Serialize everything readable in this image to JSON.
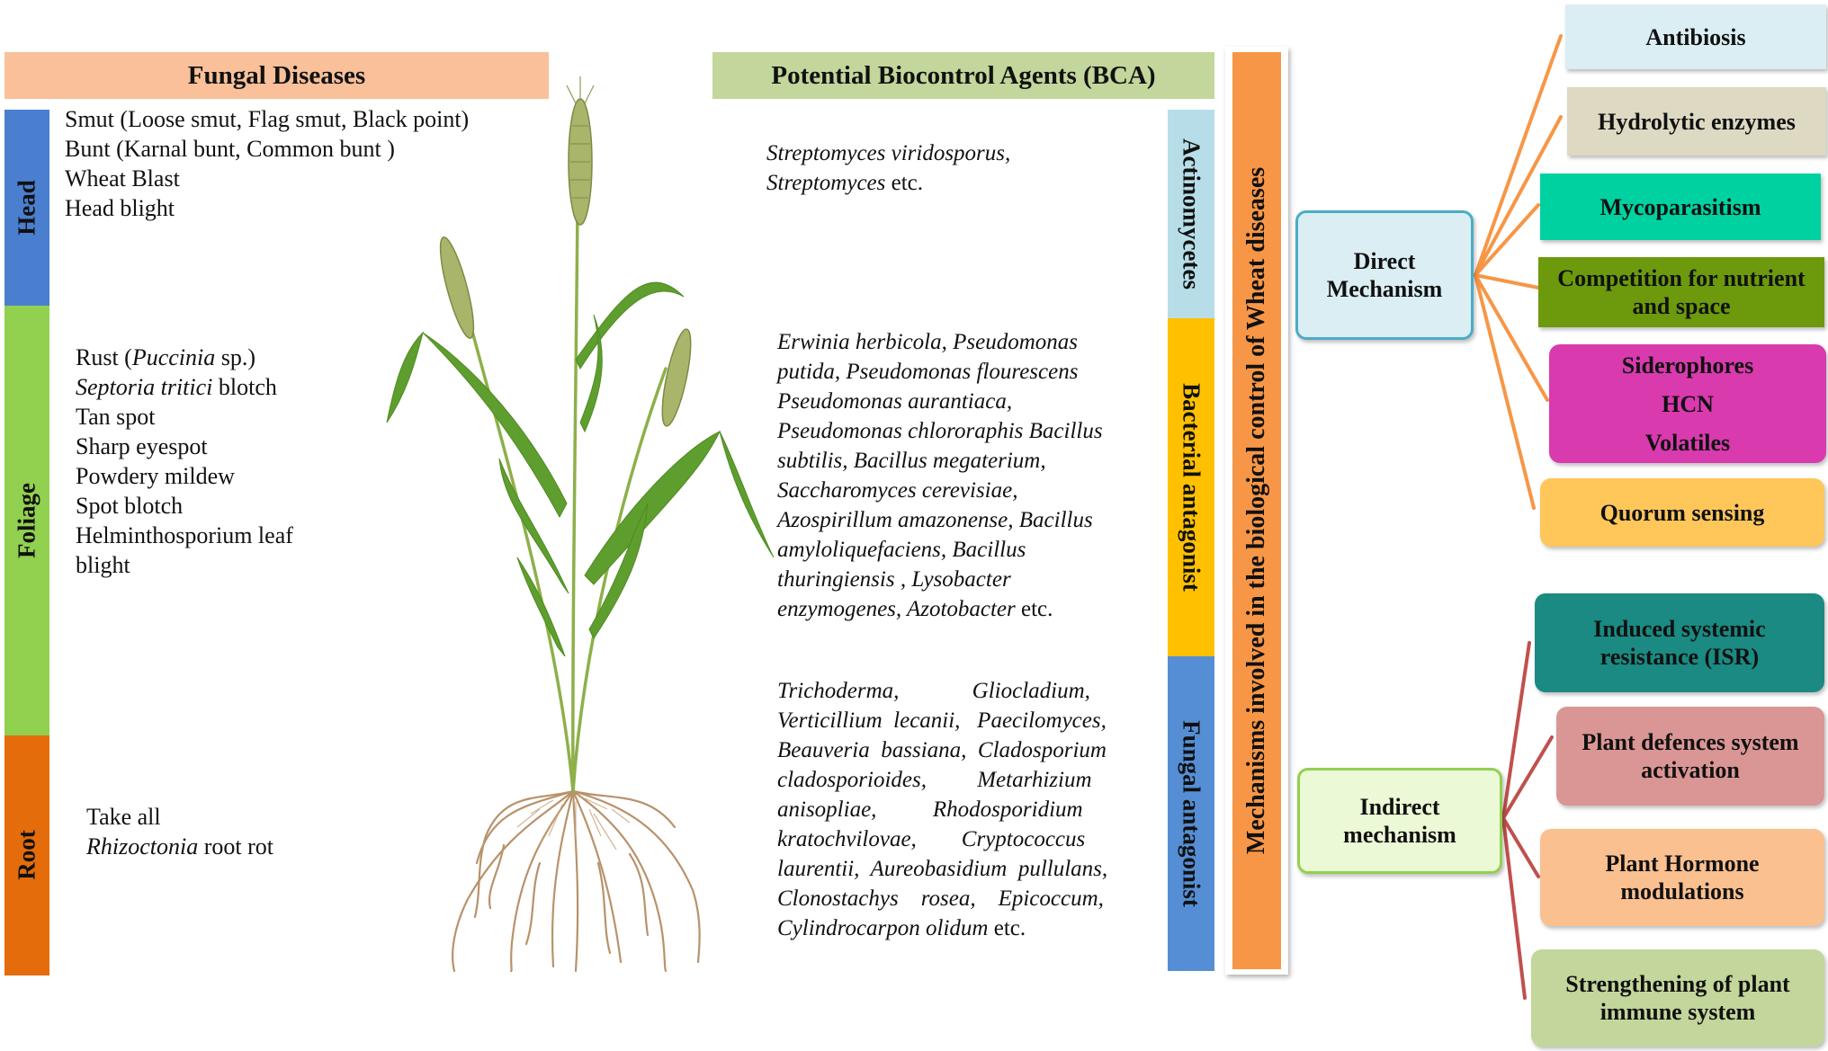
{
  "left_header": "Fungal Diseases",
  "middle_header": "Potential Biocontrol Agents (BCA)",
  "mechanisms_title": "Mechanisms involved in the biological control of  Wheat diseases",
  "plant_parts": {
    "head": "Head",
    "foliage": "Foliage",
    "root": "Root"
  },
  "diseases": {
    "head": [
      "Smut (Loose smut, Flag smut, Black point)",
      "Bunt (Karnal bunt, Common bunt )",
      "Wheat Blast",
      "Head blight"
    ],
    "foliage": {
      "rust_pre": "Rust (",
      "rust_italic": "Puccinia",
      "rust_post": " sp.)",
      "septoria_italic": "Septoria tritici",
      "septoria_post": " blotch",
      "tan": "Tan spot",
      "sharp": "Sharp eyespot",
      "powdery": "Powdery mildew",
      "spot": "Spot blotch",
      "helmintho_1": "Helminthosporium leaf",
      "helmintho_2": "blight"
    },
    "root": {
      "take_all": "Take all",
      "rhizo_italic": "Rhizoctonia",
      "rhizo_post": " root rot"
    }
  },
  "bca_groups": {
    "actinomycetes": "Actinomycetes",
    "bacterial": "Bacterial antagonist",
    "fungal": "Fungal antagonist"
  },
  "bca": {
    "actino_1": "Streptomyces viridosporus,",
    "actino_2": "Streptomyces",
    "actino_etc": " etc.",
    "bact": [
      "Erwinia herbicola, Pseudomonas",
      "putida, Pseudomonas flourescens",
      "Pseudomonas aurantiaca,",
      "Pseudomonas chlororaphis  Bacillus",
      "subtilis, Bacillus megaterium,",
      "Saccharomyces cerevisiae,",
      "Azospirillum amazonense, Bacillus",
      "amyloliquefaciens, Bacillus",
      "thuringiensis , Lysobacter"
    ],
    "bact_last": "enzymogenes, Azotobacter",
    "bact_etc": " etc.",
    "fungal": [
      "Trichoderma,             Gliocladium,",
      "Verticillium  lecanii,   Paecilomyces,",
      "Beauveria  bassiana,  Cladosporium",
      "cladosporioides,         Metarhizium",
      "anisopliae,          Rhodosporidium",
      "kratochvilovae,        Cryptococcus",
      "laurentii,  Aureobasidium  pullulans,",
      "Clonostachys    rosea,    Epicoccum,"
    ],
    "fungal_last": "Cylindrocarpon olidum",
    "fungal_etc": "  etc."
  },
  "direct": {
    "label_1": "Direct",
    "label_2": "Mechanism",
    "items": {
      "antibiosis": "Antibiosis",
      "hydrolytic": "Hydrolytic enzymes",
      "mycoparasitism": "Mycoparasitism",
      "competition_1": "Competition for nutrient",
      "competition_2": "and space",
      "siderophores": "Siderophores",
      "hcn": "HCN",
      "volatiles": "Volatiles",
      "quorum": "Quorum sensing"
    }
  },
  "indirect": {
    "label_1": "Indirect",
    "label_2": "mechanism",
    "items": {
      "isr_1": "Induced systemic",
      "isr_2": "resistance (ISR)",
      "defence_1": "Plant defences system",
      "defence_2": "activation",
      "hormone_1": "Plant Hormone",
      "hormone_2": "modulations",
      "immune_1": "Strengthening of plant",
      "immune_2": "immune system"
    }
  },
  "colors": {
    "fungal_header": "#F9C09A",
    "bca_header": "#C3D69B",
    "head": "#4A7FD0",
    "foliage": "#92D050",
    "root": "#E46C0A",
    "actinomycetes": "#B7DEE8",
    "bacterial": "#FFC000",
    "fungal": "#558ED5",
    "mechanisms": "#F79646",
    "direct_line": "#F79646",
    "indirect_line": "#C0504D"
  }
}
